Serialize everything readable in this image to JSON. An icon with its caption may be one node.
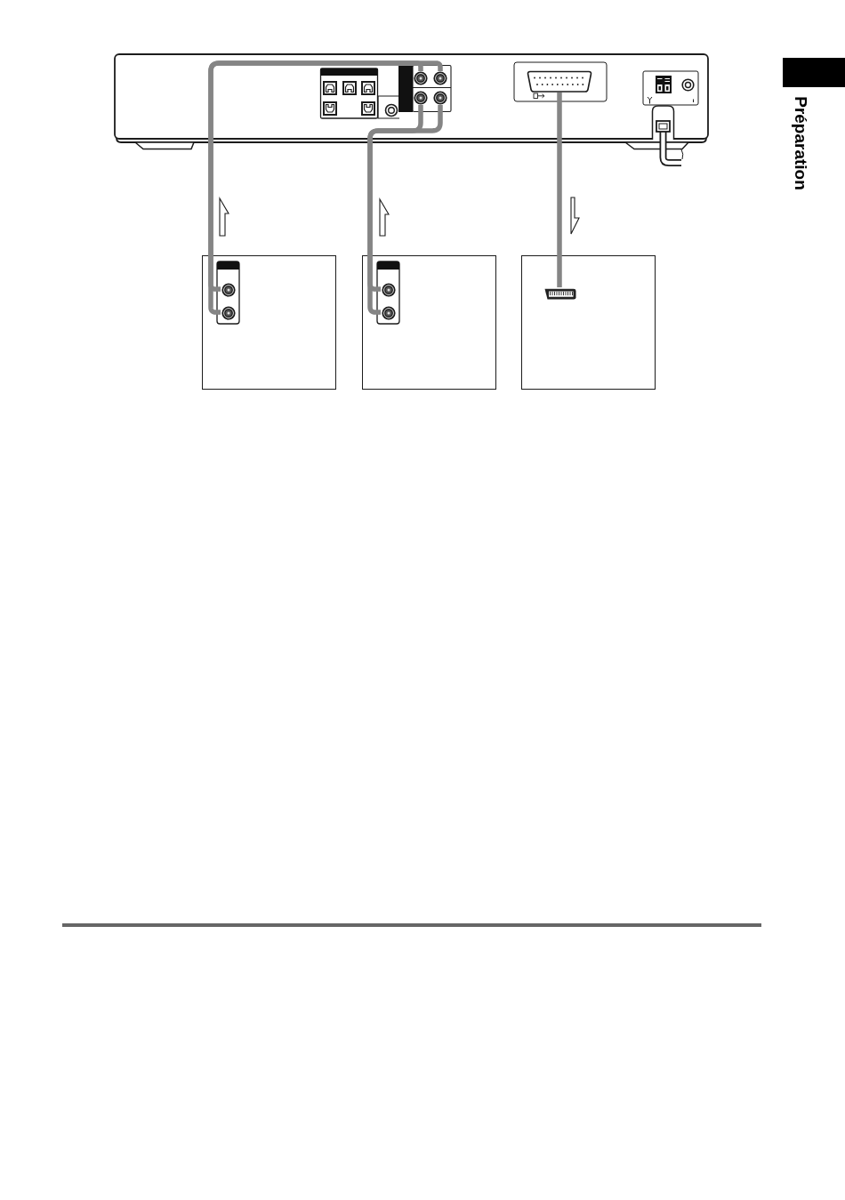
{
  "diagram": {
    "nodes": [
      {
        "text": [],
        "shape": "picture"
      },
      {
        "text": [],
        "shape": "circle",
        "in": 0
      },
      {
        "text": [],
        "shape": "circle",
        "in": 0
      },
      {
        "text": [],
        "shape": "circle",
        "in": 0
      },
      {
        "text": [],
        "shape": "circle",
        "in": 0
      },
      {
        "text": [],
        "shape": "picture",
        "in": 0
      },
      {
        "text": [],
        "shape": "box"
      },
      {
        "text": [],
        "shape": "circle",
        "in": 6
      },
      {
        "text": [],
        "shape": "circle",
        "in": 6
      },
      {
        "text": [],
        "shape": "box"
      },
      {
        "text": [],
        "shape": "circle",
        "in": 9
      },
      {
        "text": [],
        "shape": "circle",
        "in": 9
      },
      {
        "text": [],
        "shape": "box"
      },
      {
        "text": [],
        "shape": "picture",
        "in": 12
      }
    ],
    "edges": [
      {
        "from": 7,
        "to": 1,
        "arrow": "none"
      },
      {
        "from": 8,
        "to": 2,
        "arrow": "none"
      },
      {
        "from": 10,
        "to": 3,
        "arrow": "none"
      },
      {
        "from": 11,
        "to": 4,
        "arrow": "none"
      },
      {
        "from": 5,
        "to": 13,
        "arrow": "none"
      }
    ],
    "labels": [
      "Préparation"
    ]
  }
}
